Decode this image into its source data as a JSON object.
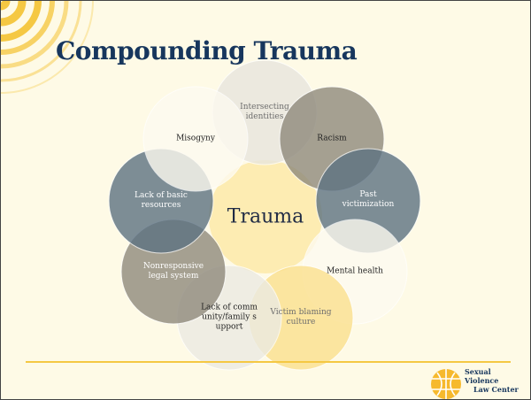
{
  "slide": {
    "title": "Compounding Trauma",
    "center": "Trauma",
    "nodes": [
      {
        "label": "Intersecting identities",
        "fill": "#e8e6de"
      },
      {
        "label": "Racism",
        "fill": "#8f8a7c"
      },
      {
        "label": "Past victimization",
        "fill": "#5d7282"
      },
      {
        "label": "Mental health",
        "fill": "#fdfaf0"
      },
      {
        "label": "Victim blaming culture",
        "fill": "#fbe08e"
      },
      {
        "label": "Lack of community/family support",
        "fill": "#ecebe3"
      },
      {
        "label": "Nonresponsive legal system",
        "fill": "#8f8a7c"
      },
      {
        "label": "Lack of basic resources",
        "fill": "#5d7282"
      },
      {
        "label": "Misogyny",
        "fill": "#fdfaf0"
      }
    ]
  },
  "logo": {
    "line1": "Sexual",
    "line2": "Violence",
    "line3": "Law Center"
  },
  "colors": {
    "title": "#17365d",
    "accent": "#f5c843",
    "background": "#fefae6"
  }
}
